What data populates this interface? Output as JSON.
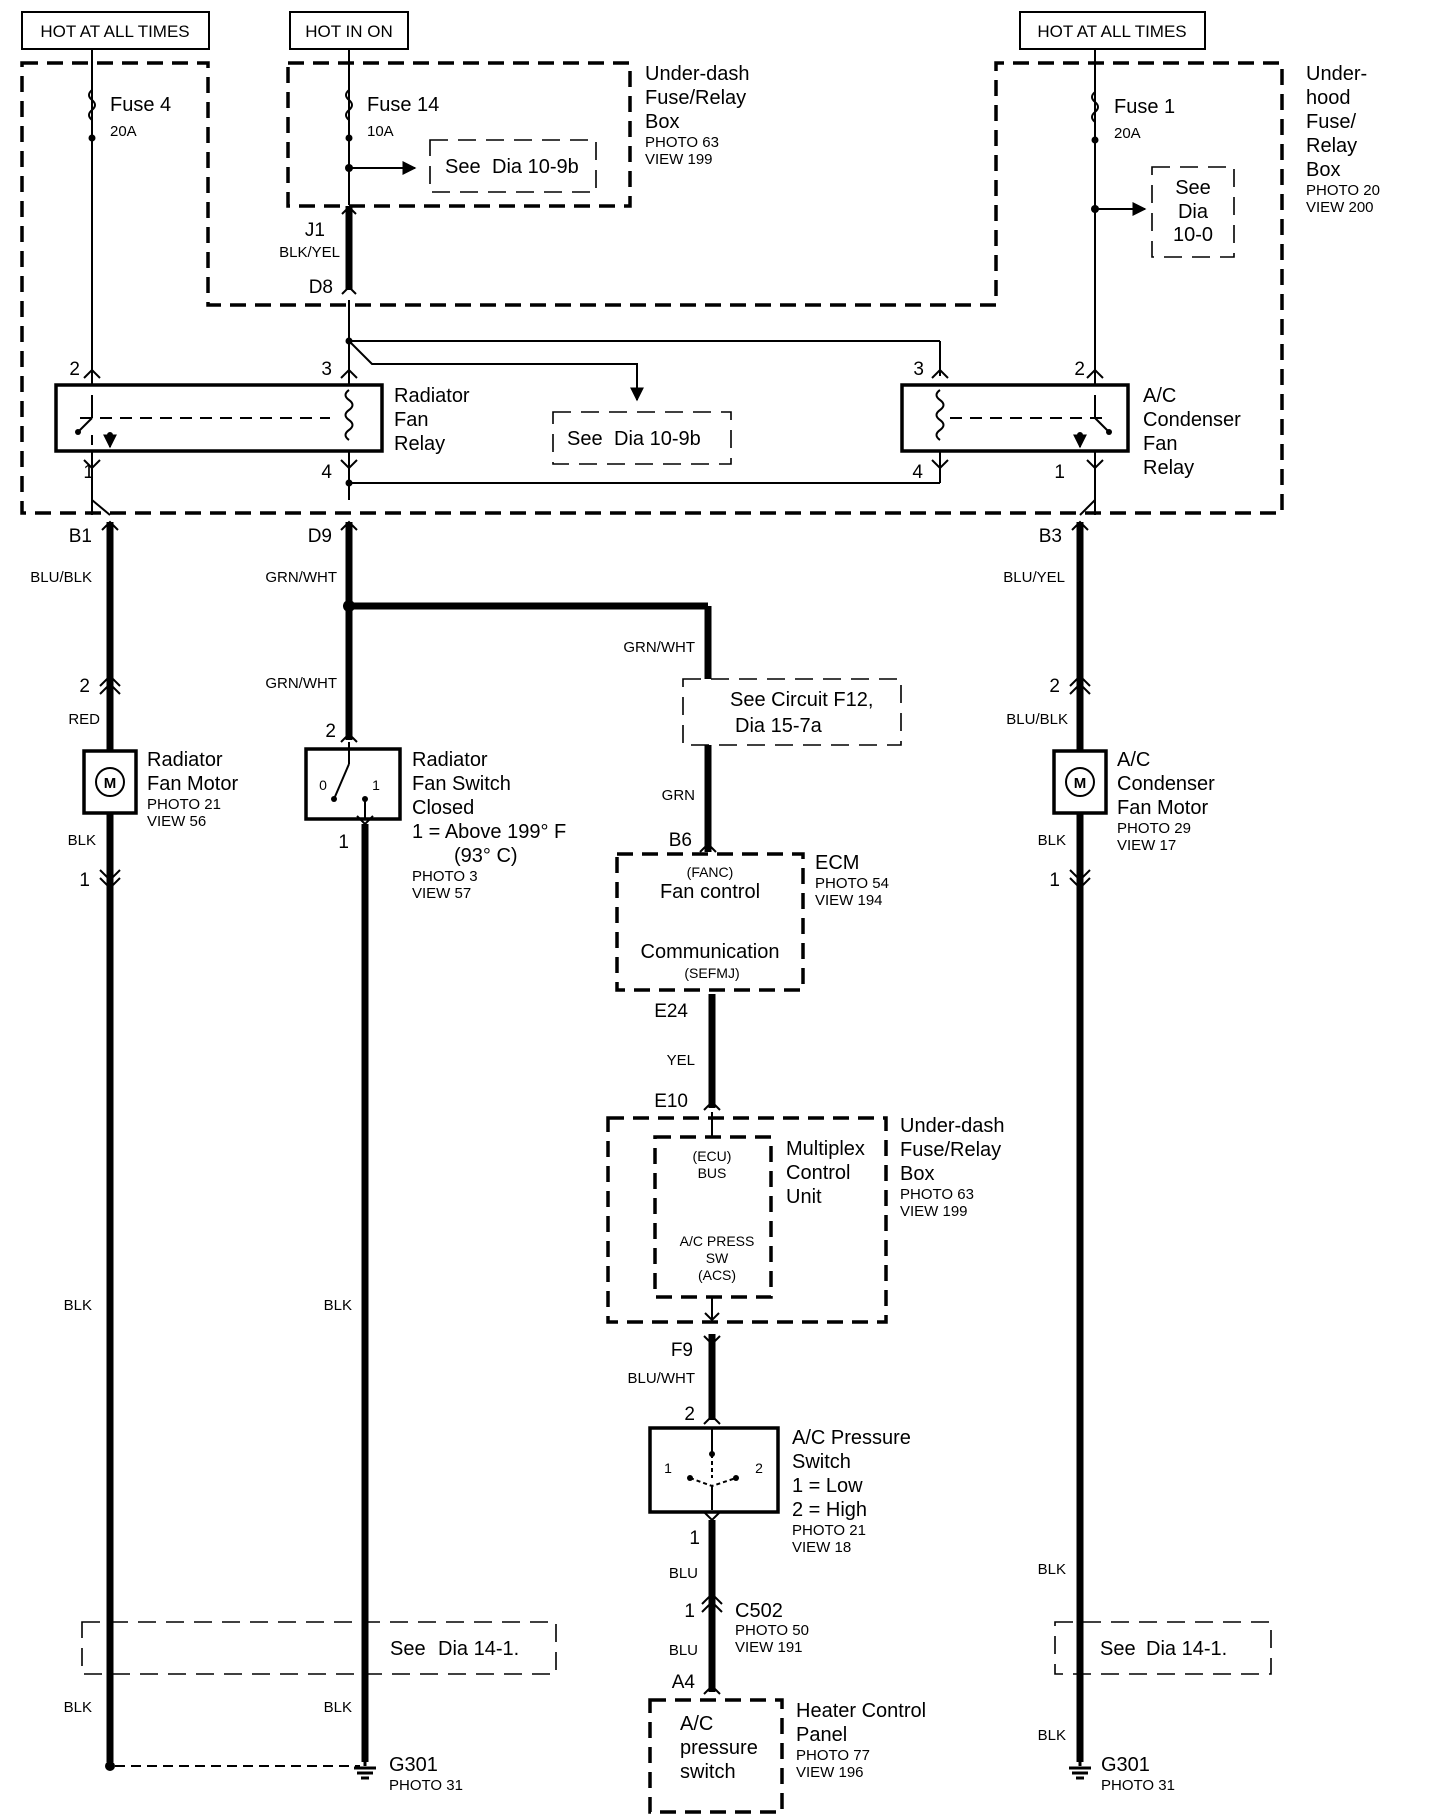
{
  "headers": {
    "left": "HOT AT ALL TIMES",
    "mid": "HOT IN ON",
    "right": "HOT AT ALL TIMES"
  },
  "fuses": {
    "fuse4": {
      "name": "Fuse 4",
      "rating": "20A"
    },
    "fuse14": {
      "name": "Fuse 14",
      "rating": "10A"
    },
    "fuse1": {
      "name": "Fuse 1",
      "rating": "20A"
    }
  },
  "underdash_box": {
    "lines": [
      "Under-dash",
      "Fuse/Relay",
      "Box"
    ],
    "photo": "PHOTO 63",
    "view": "VIEW 199",
    "see_dia_prefix": "See",
    "see_dia_ref": "Dia 10-9b"
  },
  "underhood_box": {
    "lines": [
      "Under-",
      "hood",
      "Fuse/",
      "Relay",
      "Box"
    ],
    "photo": "PHOTO 20",
    "view": "VIEW 200",
    "see_lines": [
      "See",
      "Dia",
      "10-0"
    ]
  },
  "connectors": {
    "j1": "J1",
    "d8": "D8",
    "b1": "B1",
    "d9": "D9",
    "b3": "B3",
    "b6": "B6",
    "e24": "E24",
    "e10": "E10",
    "f9": "F9",
    "c502_pin": "1",
    "c502": "C502",
    "c502_photo": "PHOTO 50",
    "c502_view": "VIEW 191",
    "a4": "A4"
  },
  "wires": {
    "blk_yel": "BLK/YEL",
    "blu_blk": "BLU/BLK",
    "grn_wht_1": "GRN/WHT",
    "grn_wht_2": "GRN/WHT",
    "grn_wht_3": "GRN/WHT",
    "blu_yel": "BLU/YEL",
    "red": "RED",
    "blu_blk_2": "BLU/BLK",
    "grn": "GRN",
    "blk_1": "BLK",
    "blk_2": "BLK",
    "blk_3": "BLK",
    "blk_4": "BLK",
    "blk_5": "BLK",
    "blk_6": "BLK",
    "blk_7": "BLK",
    "blk_8": "BLK",
    "yel": "YEL",
    "blu_wht": "BLU/WHT",
    "blu_1": "BLU",
    "blu_2": "BLU"
  },
  "radiator_relay": {
    "lines": [
      "Radiator",
      "Fan",
      "Relay"
    ],
    "pins": {
      "p2": "2",
      "p3": "3",
      "p1": "1",
      "p4": "4"
    }
  },
  "ac_relay": {
    "lines": [
      "A/C",
      "Condenser",
      "Fan",
      "Relay"
    ],
    "pins": {
      "p3": "3",
      "p2": "2",
      "p4": "4",
      "p1": "1"
    }
  },
  "see_relay_dia": {
    "prefix": "See",
    "ref": "Dia 10-9b"
  },
  "radiator_motor": {
    "lines": [
      "Radiator",
      "Fan Motor"
    ],
    "photo": "PHOTO 21",
    "view": "VIEW 56",
    "pin_top": "2",
    "pin_bottom": "1",
    "symbol": "M"
  },
  "radiator_switch": {
    "lines": [
      "Radiator",
      "Fan Switch",
      "Closed"
    ],
    "cond1": "1 =  Above 199° F",
    "cond2": "(93° C)",
    "photo": "PHOTO 3",
    "view": "VIEW 57",
    "pin_top": "2",
    "pin_bottom": "1",
    "pos0": "0",
    "pos1": "1"
  },
  "ac_motor": {
    "lines": [
      "A/C",
      "Condenser",
      "Fan Motor"
    ],
    "photo": "PHOTO 29",
    "view": "VIEW 17",
    "pin_top": "2",
    "pin_bottom": "1",
    "symbol": "M"
  },
  "see_circuit": {
    "line1": "See Circuit F12,",
    "line2": "Dia 15-7a"
  },
  "ecm": {
    "name": "ECM",
    "photo": "PHOTO 54",
    "view": "VIEW 194",
    "fanc": "(FANC)",
    "fan_control": "Fan control",
    "communication": "Communication",
    "sefmj": "(SEFMJ)"
  },
  "mcu": {
    "lines": [
      "Multiplex",
      "Control",
      "Unit"
    ],
    "ecu": "(ECU)",
    "bus": "BUS",
    "acpress": "A/C PRESS",
    "sw": "SW",
    "acs": "(ACS)"
  },
  "underdash_box2": {
    "lines": [
      "Under-dash",
      "Fuse/Relay",
      "Box"
    ],
    "photo": "PHOTO 63",
    "view": "VIEW 199"
  },
  "ac_pressure_switch": {
    "lines": [
      "A/C Pressure",
      "Switch"
    ],
    "cond1": "1 =  Low",
    "cond2": "2 =  High",
    "photo": "PHOTO 21",
    "view": "VIEW 18",
    "pin_top": "2",
    "pin_bottom": "1",
    "pos1": "1",
    "pos2": "2"
  },
  "heater_panel": {
    "lines": [
      "Heater Control",
      "Panel"
    ],
    "photo": "PHOTO 77",
    "view": "VIEW 196",
    "inner": [
      "A/C",
      "pressure",
      "switch"
    ]
  },
  "see_dia_14_left": {
    "prefix": "See",
    "ref": "Dia 14-1."
  },
  "see_dia_14_right": {
    "prefix": "See",
    "ref": "Dia 14-1."
  },
  "grounds": {
    "left": {
      "name": "G301",
      "photo": "PHOTO 31"
    },
    "right": {
      "name": "G301",
      "photo": "PHOTO 31"
    }
  }
}
